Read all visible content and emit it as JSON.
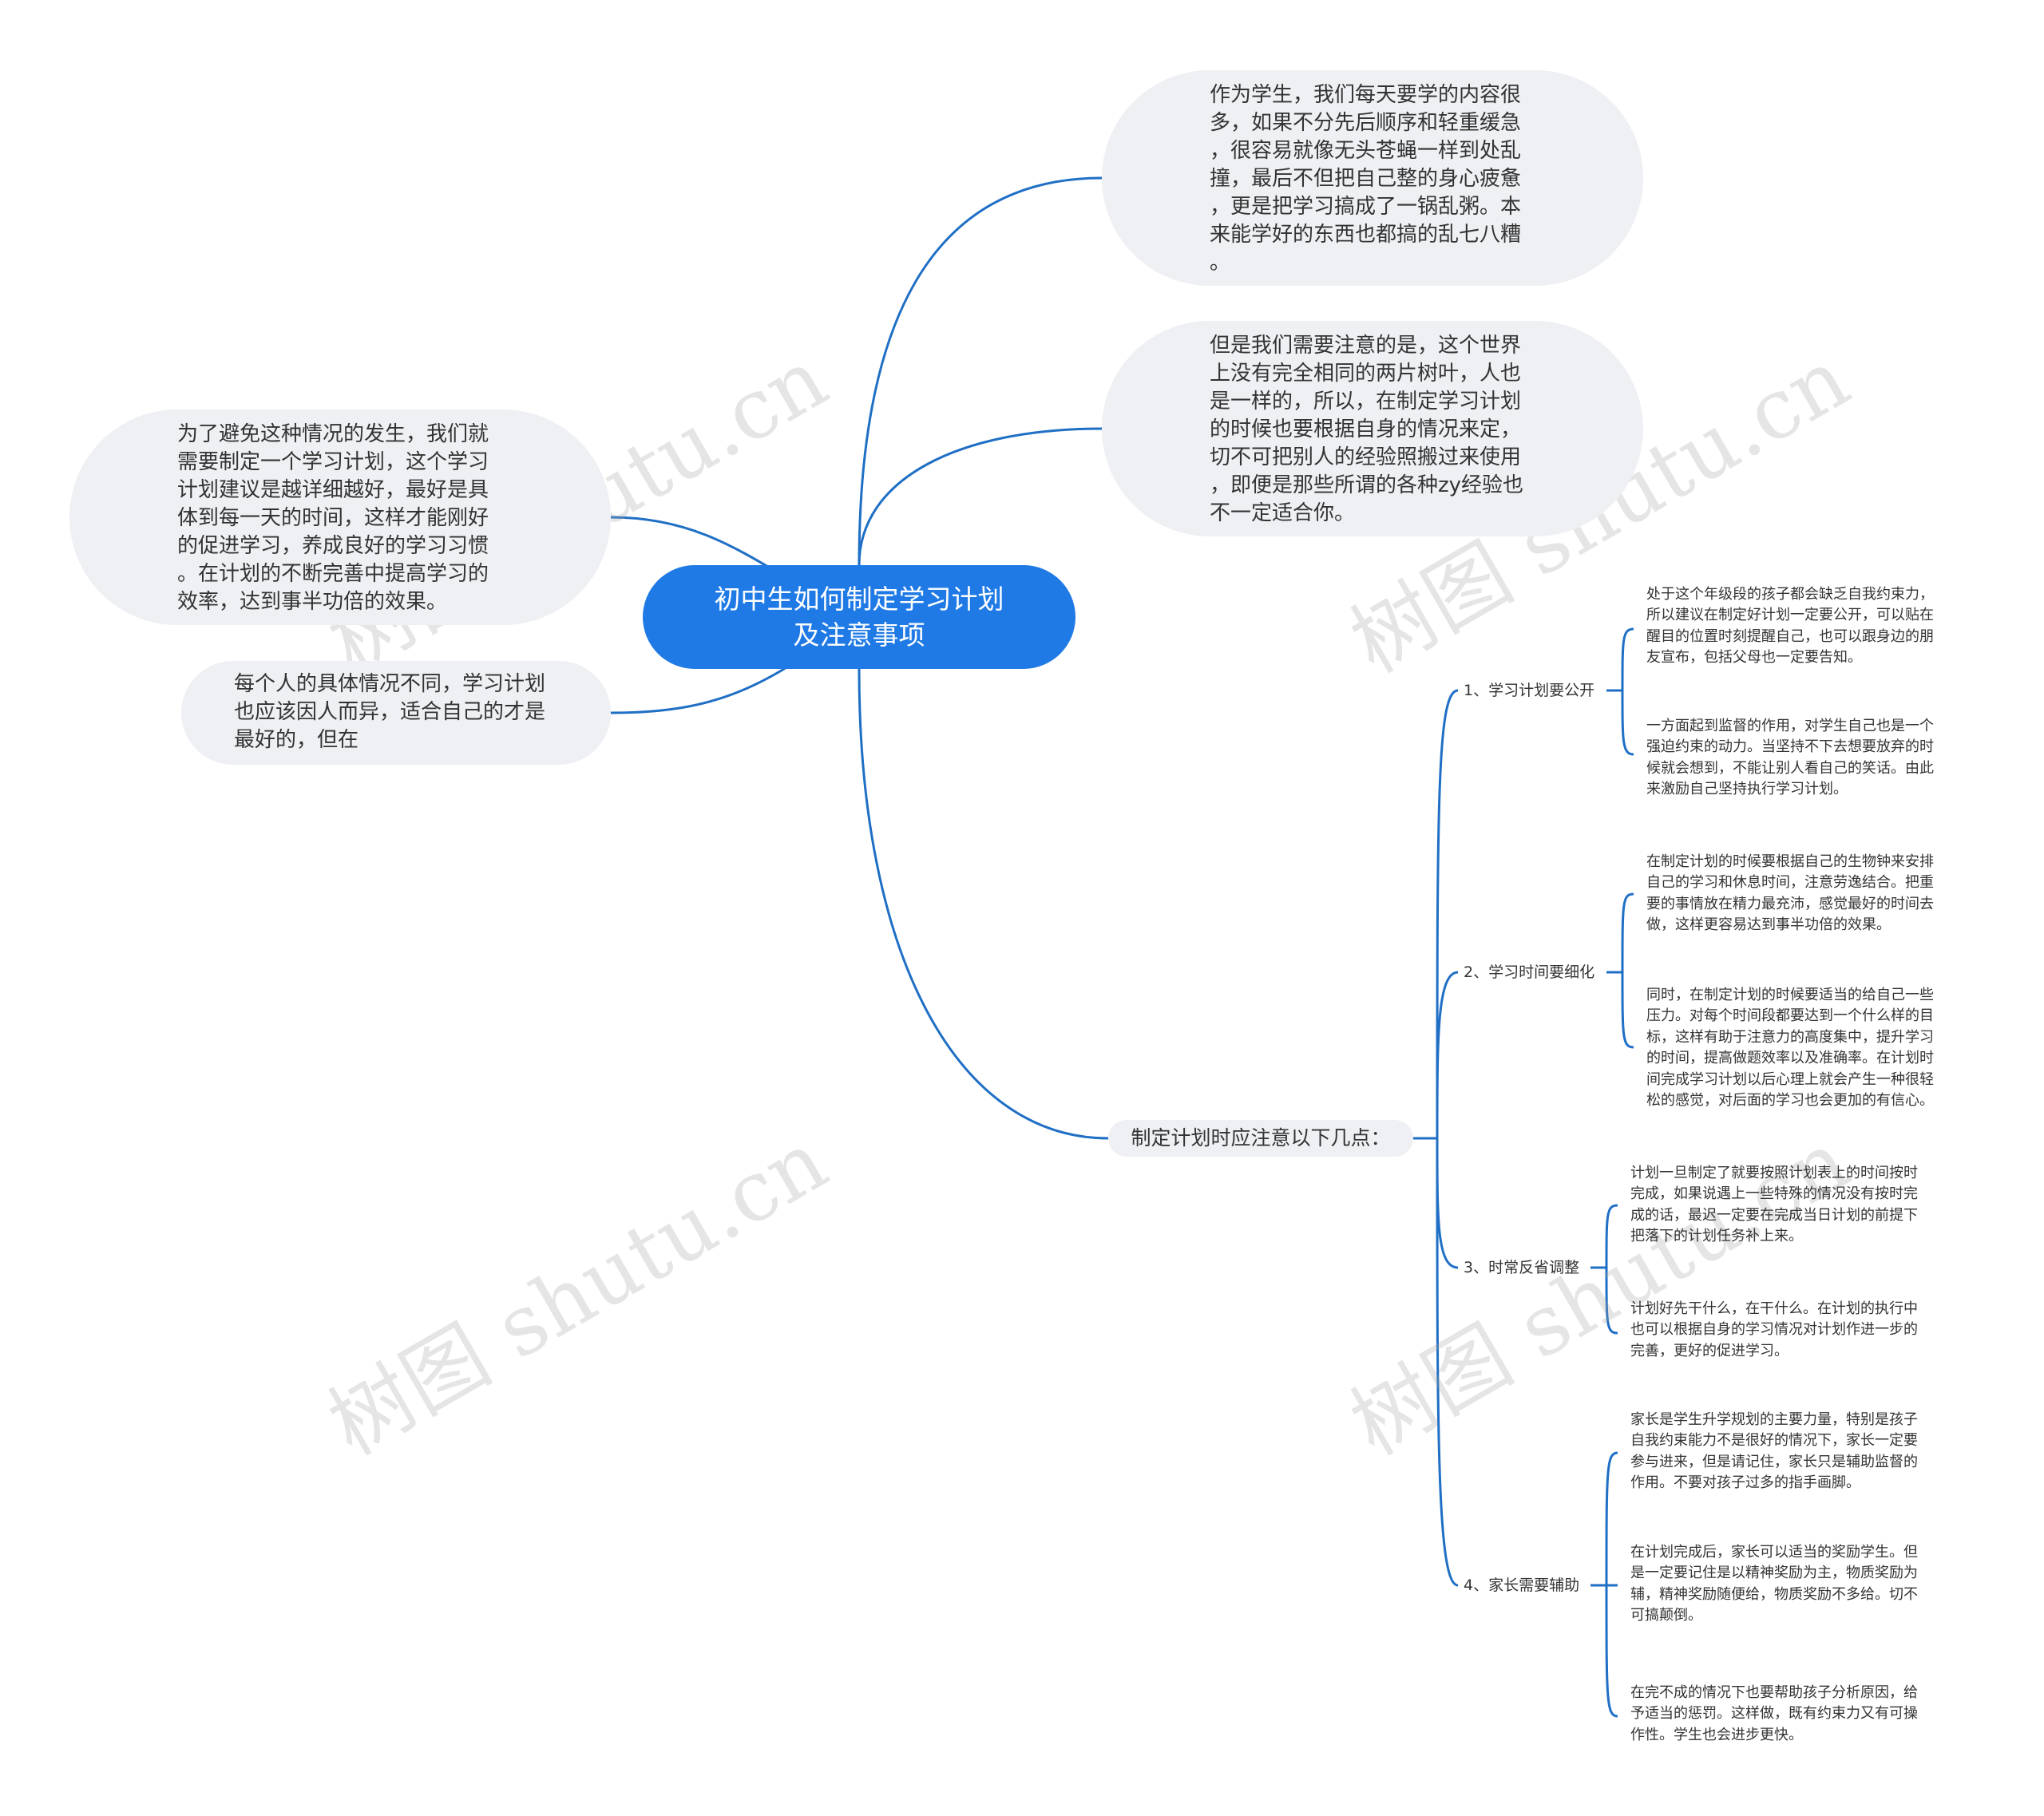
{
  "title": "初中生如何制定学习计划\n及注意事项",
  "right_top": [
    "作为学生，我们每天要学的内容很\n多，如果不分先后顺序和轻重缓急\n，很容易就像无头苍蝇一样到处乱\n撞，最后不但把自己整的身心疲惫\n，更是把学习搞成了一锅乱粥。本\n来能学好的东西也都搞的乱七八糟\n。",
    "但是我们需要注意的是，这个世界\n上没有完全相同的两片树叶，人也\n是一样的，所以，在制定学习计划\n的时候也要根据自身的情况来定，\n切不可把别人的经验照搬过来使用\n，即便是那些所谓的各种zy经验也\n不一定适合你。"
  ],
  "left": [
    "为了避免这种情况的发生，我们就\n需要制定一个学习计划，这个学习\n计划建议是越详细越好，最好是具\n体到每一天的时间，这样才能刚好\n的促进学习，养成良好的学习习惯\n。在计划的不断完善中提高学习的\n效率，达到事半功倍的效果。",
    "每个人的具体情况不同，学习计划\n也应该因人而异，适合自己的才是\n最好的，但在"
  ],
  "branch": {
    "label": "制定计划时应注意以下几点：",
    "items": [
      {
        "label": "1、学习计划要公开",
        "leaves": [
          "处于这个年级段的孩子都会缺乏自我约束力，\n所以建议在制定好计划一定要公开，可以贴在\n醒目的位置时刻提醒自己，也可以跟身边的朋\n友宣布，包括父母也一定要告知。",
          "一方面起到监督的作用，对学生自己也是一个\n强迫约束的动力。当坚持不下去想要放弃的时\n候就会想到，不能让别人看自己的笑话。由此\n来激励自己坚持执行学习计划。"
        ]
      },
      {
        "label": "2、学习时间要细化",
        "leaves": [
          "在制定计划的时候要根据自己的生物钟来安排\n自己的学习和休息时间，注意劳逸结合。把重\n要的事情放在精力最充沛，感觉最好的时间去\n做，这样更容易达到事半功倍的效果。",
          "同时，在制定计划的时候要适当的给自己一些\n压力。对每个时间段都要达到一个什么样的目\n标，这样有助于注意力的高度集中，提升学习\n的时间，提高做题效率以及准确率。在计划时\n间完成学习计划以后心理上就会产生一种很轻\n松的感觉，对后面的学习也会更加的有信心。"
        ]
      },
      {
        "label": "3、时常反省调整",
        "leaves": [
          "计划一旦制定了就要按照计划表上的时间按时\n完成，如果说遇上一些特殊的情况没有按时完\n成的话，最迟一定要在完成当日计划的前提下\n把落下的计划任务补上来。",
          "计划好先干什么，在干什么。在计划的执行中\n也可以根据自身的学习情况对计划作进一步的\n完善，更好的促进学习。"
        ]
      },
      {
        "label": "4、家长需要辅助",
        "leaves": [
          "家长是学生升学规划的主要力量，特别是孩子\n自我约束能力不是很好的情况下，家长一定要\n参与进来，但是请记住，家长只是辅助监督的\n作用。不要对孩子过多的指手画脚。",
          "在计划完成后，家长可以适当的奖励学生。但\n是一定要记住是以精神奖励为主，物质奖励为\n辅，精神奖励随便给，物质奖励不多给。切不\n可搞颠倒。",
          "在完不成的情况下也要帮助孩子分析原因，给\n予适当的惩罚。这样做，既有约束力又有可操\n作性。学生也会进步更快。"
        ]
      }
    ]
  },
  "watermark": "树图 shutu.cn",
  "colors": {
    "accent": "#1f7ae6",
    "link": "#1f6fc5",
    "bubble": "#eef0f3"
  }
}
